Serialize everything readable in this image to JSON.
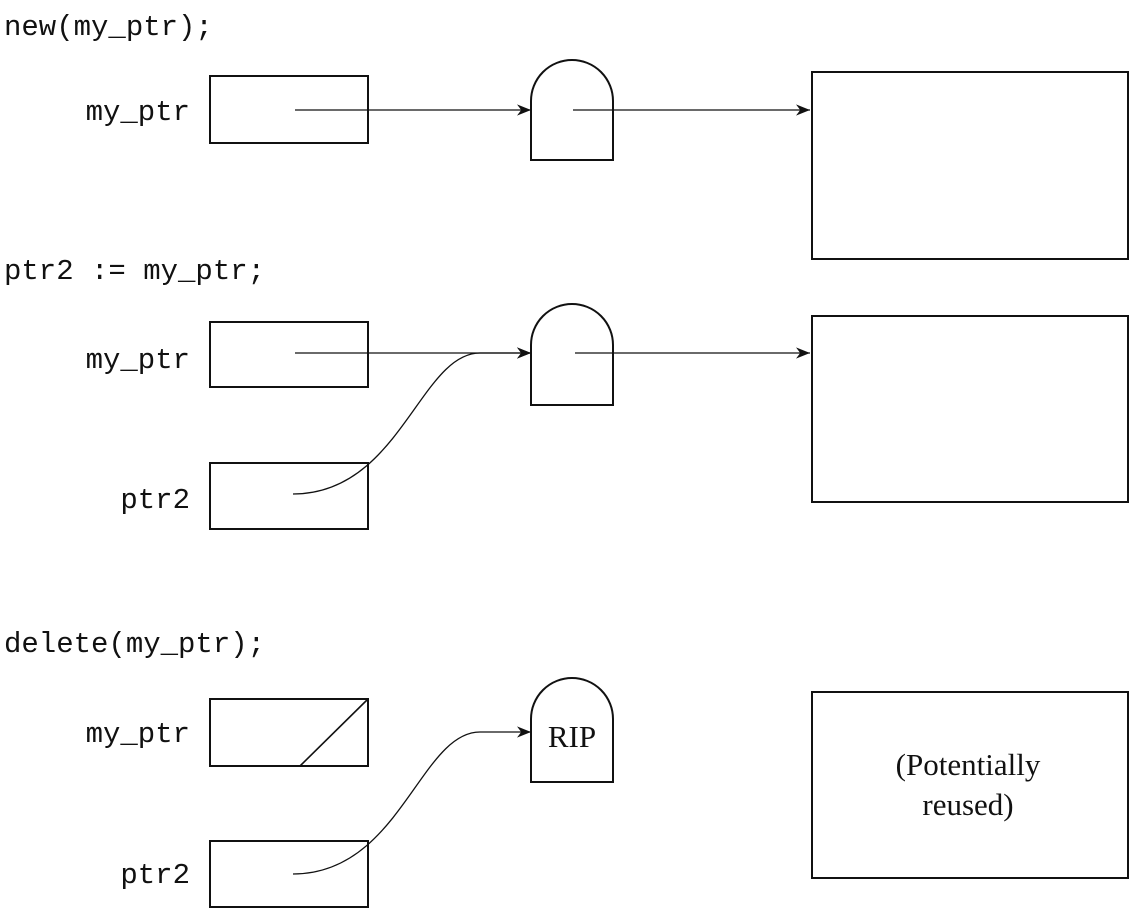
{
  "sections": [
    {
      "statement": "new(my_ptr);",
      "pointers": [
        {
          "label": "my_ptr"
        }
      ]
    },
    {
      "statement": "ptr2 := my_ptr;",
      "pointers": [
        {
          "label": "my_ptr"
        },
        {
          "label": "ptr2"
        }
      ]
    },
    {
      "statement": "delete(my_ptr);",
      "pointers": [
        {
          "label": "my_ptr",
          "null": true
        },
        {
          "label": "ptr2"
        }
      ],
      "tombstone_text": "RIP",
      "object_text_line1": "(Potentially",
      "object_text_line2": "reused)"
    }
  ]
}
